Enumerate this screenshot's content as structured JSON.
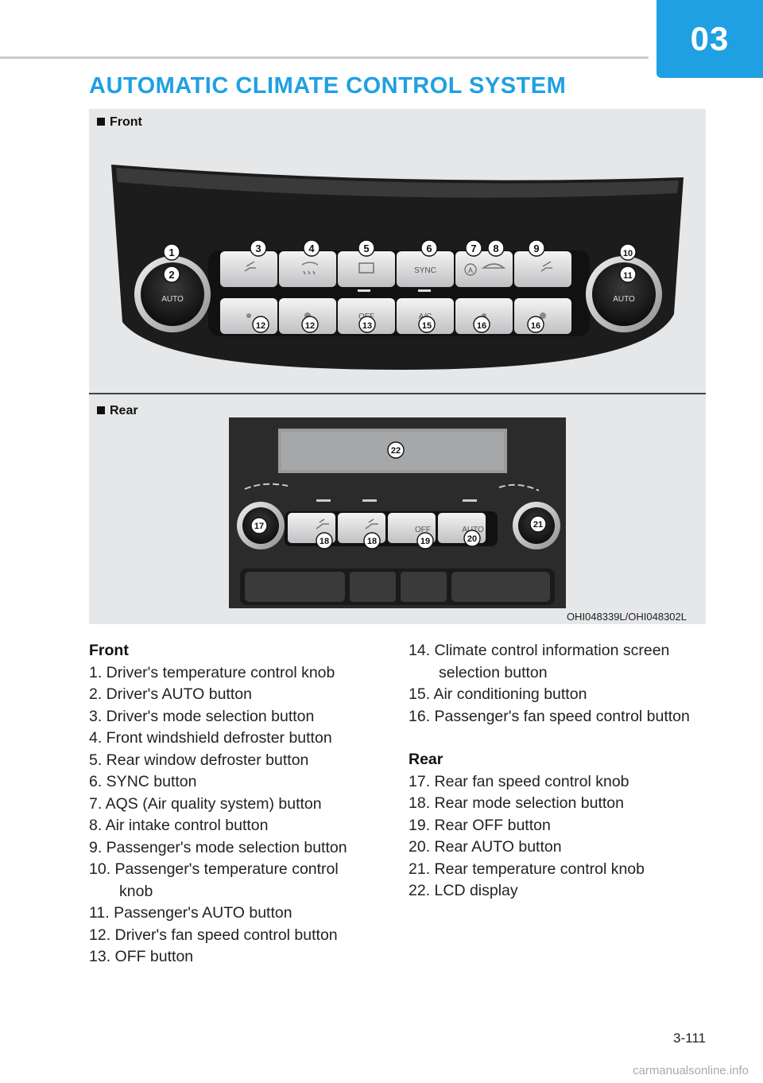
{
  "header": {
    "chapter": "03"
  },
  "title": "AUTOMATIC CLIMATE CONTROL SYSTEM",
  "figure": {
    "front_label": "Front",
    "rear_label": "Rear",
    "image_code": "OHI048339L/OHI048302L",
    "front_panel": {
      "callouts": [
        "1",
        "2",
        "3",
        "4",
        "5",
        "6",
        "7",
        "8",
        "9",
        "10",
        "11",
        "12",
        "12",
        "13",
        "15",
        "16",
        "16"
      ],
      "button_texts": {
        "left_auto": "AUTO",
        "right_auto": "AUTO",
        "sync": "SYNC",
        "off": "OFF",
        "ac": "A/C",
        "aqs": "A"
      }
    },
    "rear_panel": {
      "callouts": [
        "22",
        "17",
        "18",
        "18",
        "19",
        "20",
        "21"
      ],
      "button_texts": {
        "off": "OFF",
        "auto": "AUTO"
      }
    }
  },
  "front_list": {
    "heading": "Front",
    "items": [
      "1. Driver's temperature control knob",
      "2. Driver's AUTO button",
      "3. Driver's mode selection button",
      "4. Front windshield defroster button",
      "5. Rear window defroster button",
      "6. SYNC button",
      "7. AQS (Air quality system) button",
      "8. Air intake control button",
      "9. Passenger's mode selection button",
      "10. Passenger's temperature control",
      "knob",
      "11. Passenger's AUTO button",
      "12. Driver's fan speed control button",
      "13. OFF button"
    ]
  },
  "right_list": {
    "items_front": [
      "14. Climate control information screen",
      "selection button",
      "15. Air conditioning button",
      "16. Passenger's fan speed control button"
    ],
    "rear_heading": "Rear",
    "items_rear": [
      "17. Rear fan speed control knob",
      "18. Rear mode selection button",
      "19. Rear OFF button",
      "20. Rear AUTO button",
      "21. Rear temperature control knob",
      "22. LCD display"
    ]
  },
  "footer": {
    "page_number": "3-111",
    "watermark": "carmanualsonline.info"
  }
}
